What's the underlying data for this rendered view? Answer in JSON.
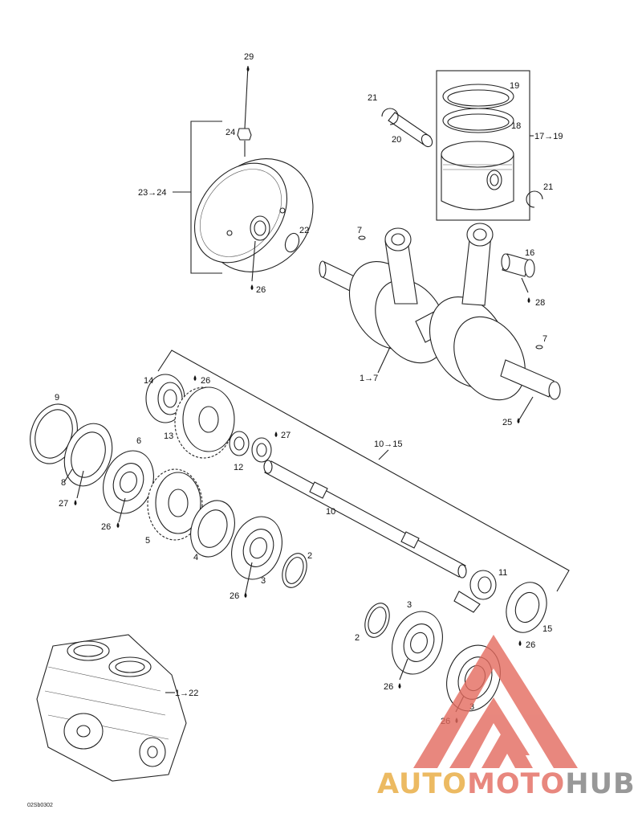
{
  "diagram_code": "02Sb0302",
  "callouts": {
    "c29": "29",
    "c24": "24",
    "c23_24": "23→24",
    "c22": "22",
    "c26_flywheel": "26",
    "c21_top": "21",
    "c20": "20",
    "c19": "19",
    "c18": "18",
    "c17_19": "17→19",
    "c21_bottom": "21",
    "c7_top": "7",
    "c16": "16",
    "c28": "28",
    "c7_right": "7",
    "c1_7": "1→7",
    "c25": "25",
    "c14": "14",
    "c26_gear": "26",
    "c9": "9",
    "c13": "13",
    "c27_top": "27",
    "c12": "12",
    "c10_15": "10→15",
    "c6": "6",
    "c8": "8",
    "c27_left": "27",
    "c10": "10",
    "c26_left": "26",
    "c5": "5",
    "c4": "4",
    "c2_upper": "2",
    "c3_upper": "3",
    "c26_mid": "26",
    "c11": "11",
    "c3_right": "3",
    "c2_lower": "2",
    "c15": "15",
    "c26_r1": "26",
    "c26_lower": "26",
    "c3_lower": "3",
    "c26_bottom": "26",
    "c1_22": "1→22"
  },
  "watermark": {
    "part1": "AUTO",
    "part2": "MOTO",
    "part3": "HUB",
    "color_primary": "#e8a93c",
    "color_secondary": "#e36a5e",
    "color_tertiary": "#7f7f7f"
  }
}
